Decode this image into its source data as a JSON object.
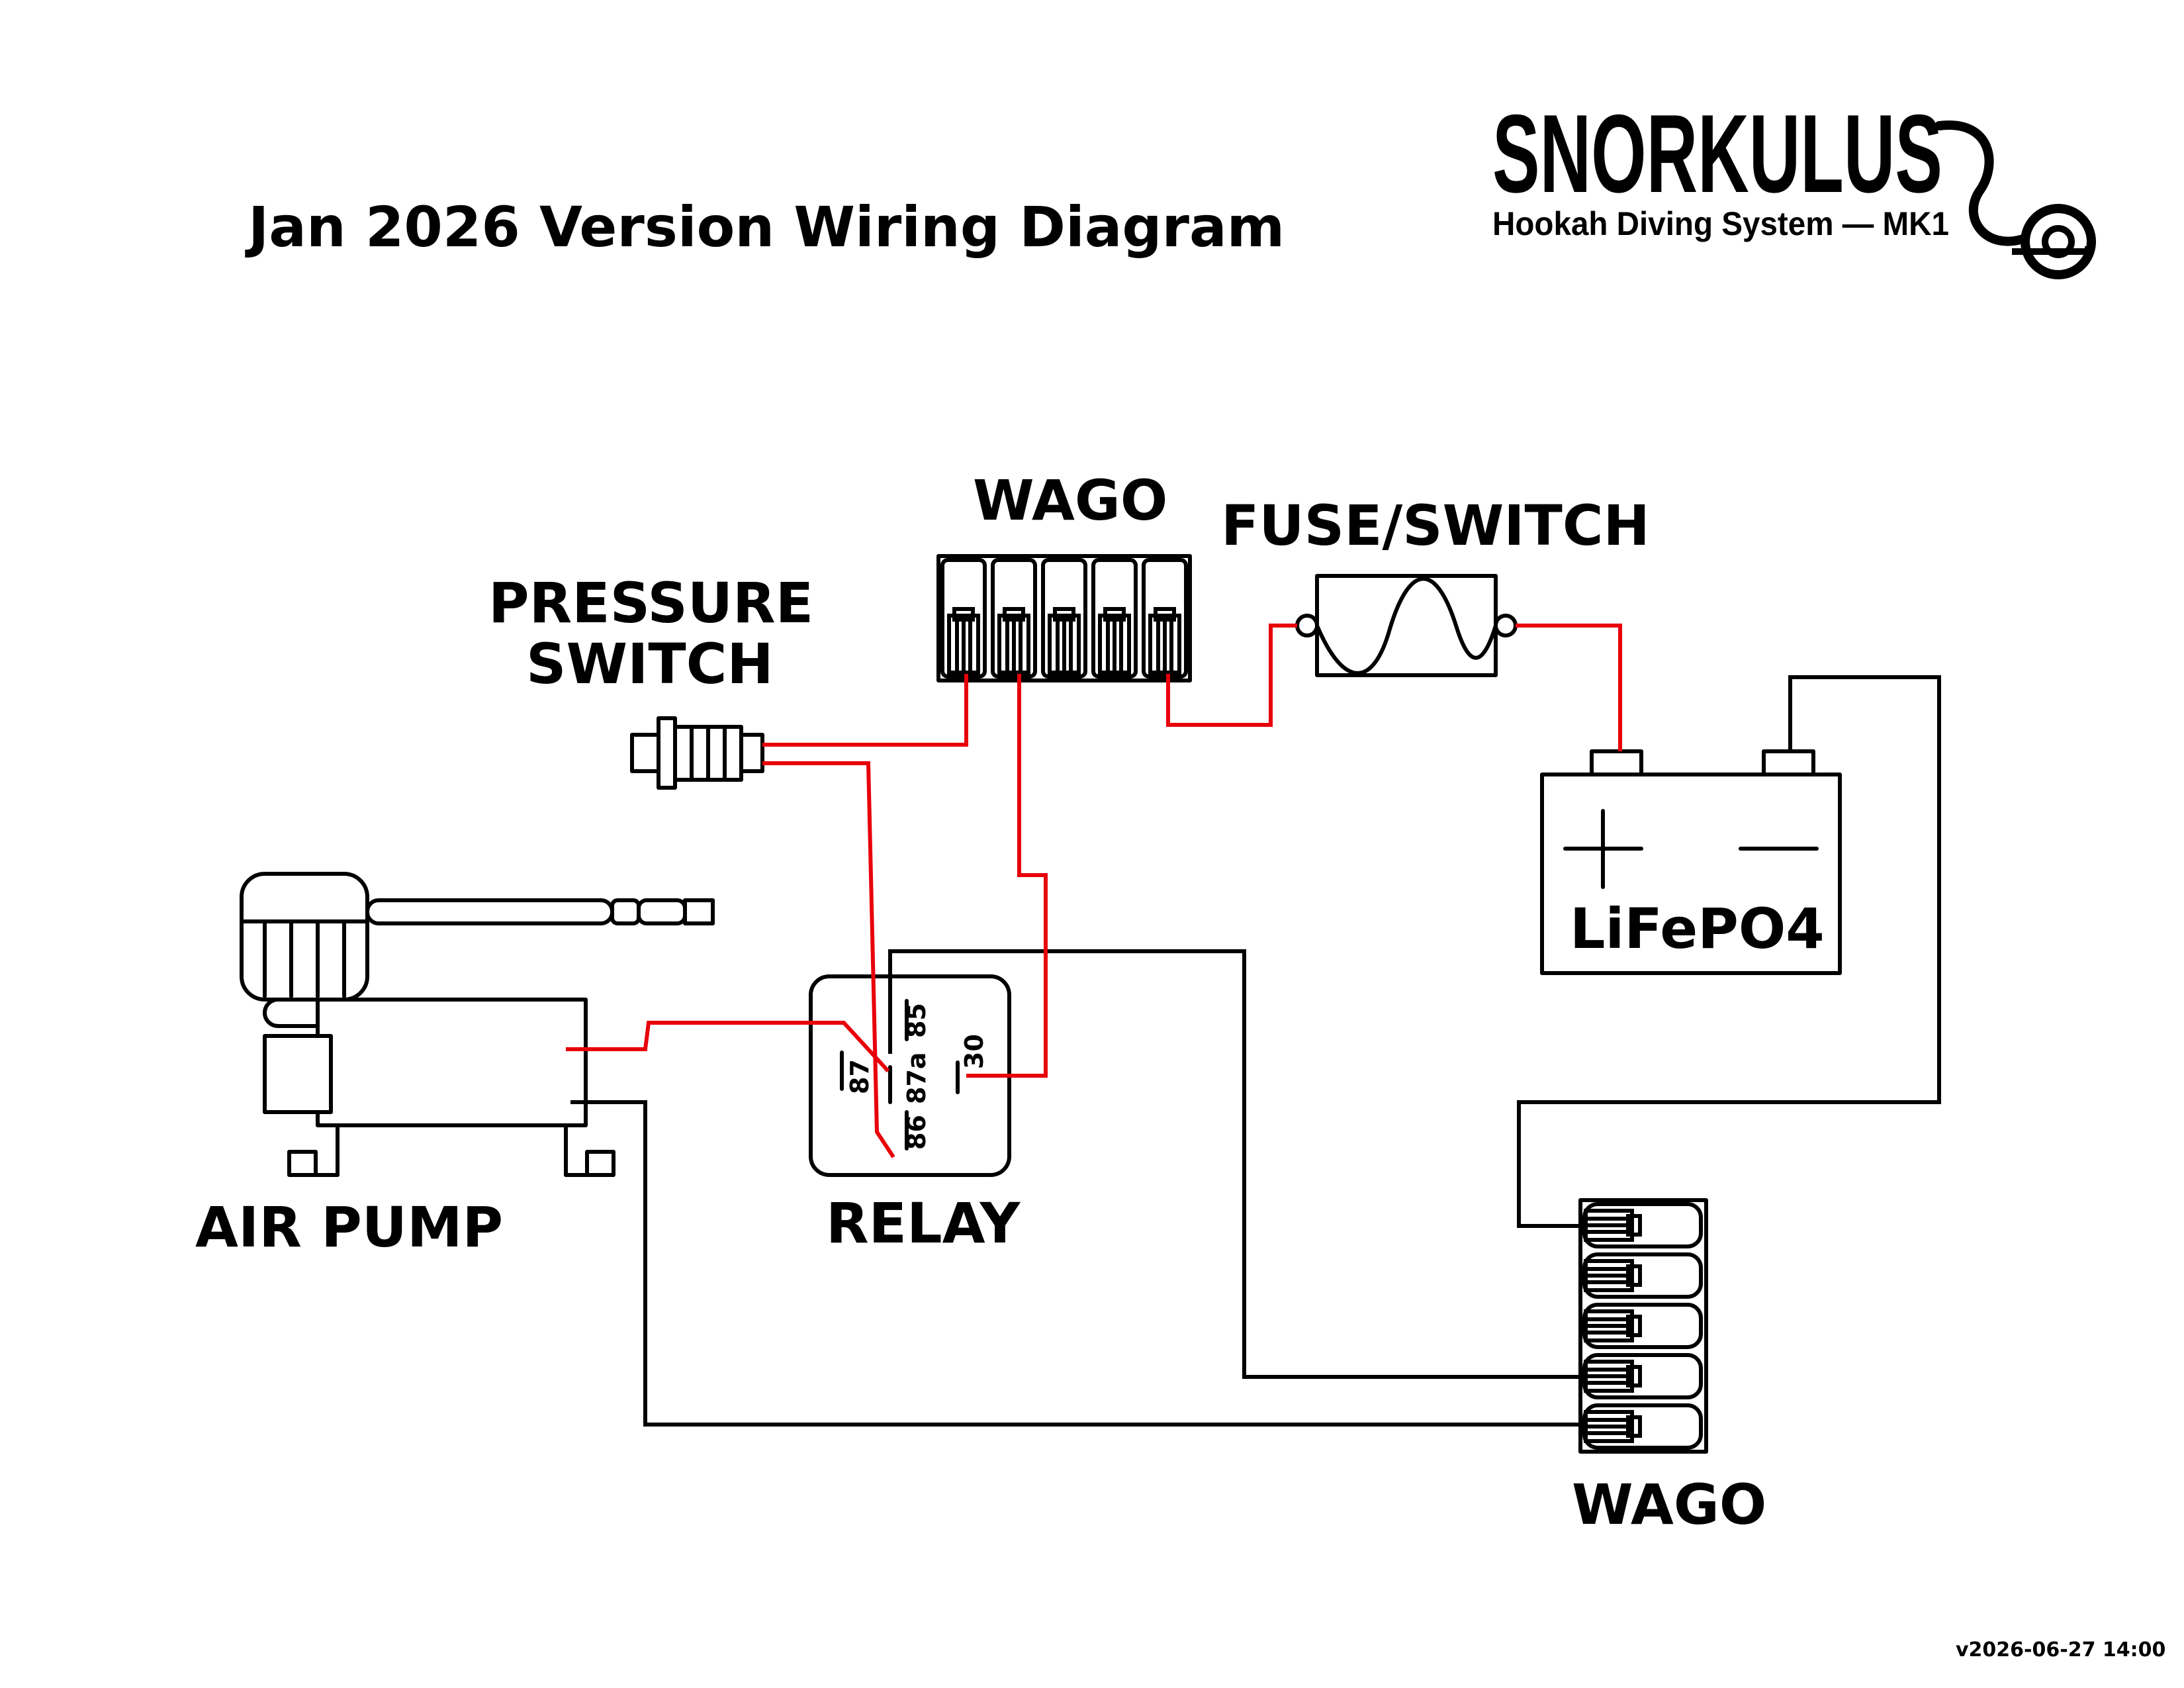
{
  "title": "Jan 2026 Version Wiring Diagram",
  "logo": {
    "wordmark": "SNORKULUS",
    "tagline": "Hookah Diving System — MK1"
  },
  "labels": {
    "wago_top": "WAGO",
    "fuse_switch": "FUSE/SWITCH",
    "pressure_switch_line1": "PRESSURE",
    "pressure_switch_line2": "SWITCH",
    "battery": "LiFePO4",
    "air_pump": "AIR PUMP",
    "relay": "RELAY",
    "wago_bottom": "WAGO"
  },
  "relay_pins": {
    "p85": "85",
    "p87": "87",
    "p87a": "87a",
    "p30": "30",
    "p86": "86"
  },
  "battery_terminals": {
    "positive": "+",
    "negative": "—"
  },
  "version": "v2026-06-27 14:00",
  "colors": {
    "positive_wire": "#e8000b",
    "ground_wire": "#000000"
  }
}
